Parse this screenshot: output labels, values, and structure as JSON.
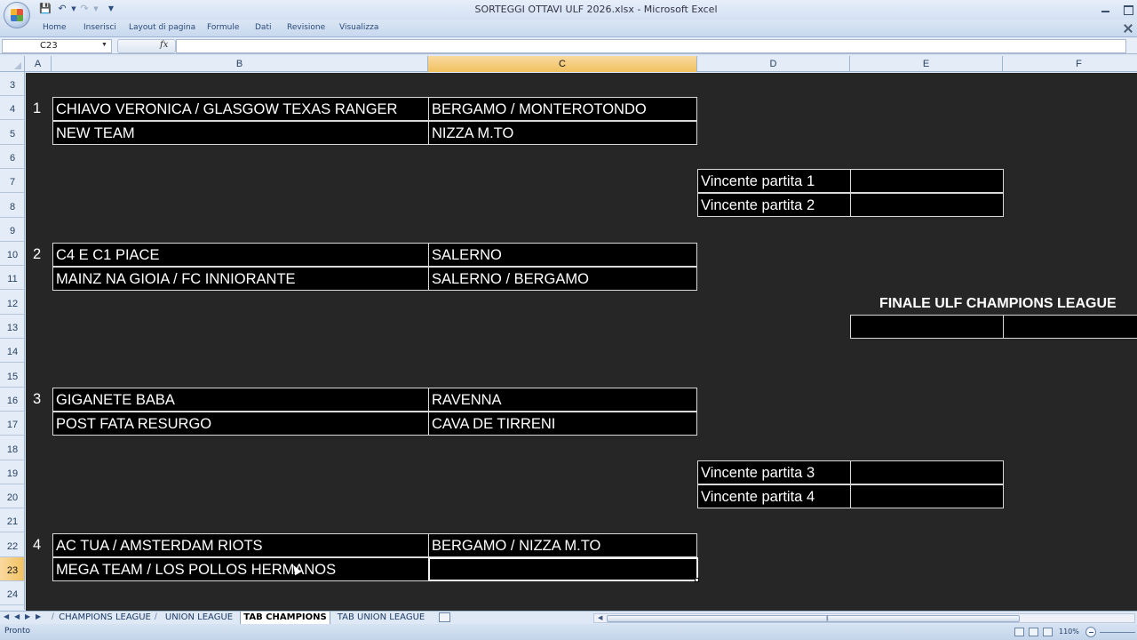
{
  "window": {
    "title": "SORTEGGI OTTAVI ULF 2026.xlsx - Microsoft Excel"
  },
  "quick_access": {
    "icons": [
      "save-icon",
      "undo-icon",
      "redo-icon",
      "customize-icon"
    ]
  },
  "ribbon": {
    "tabs": [
      "Home",
      "Inserisci",
      "Layout di pagina",
      "Formule",
      "Dati",
      "Revisione",
      "Visualizza"
    ]
  },
  "formula_bar": {
    "name_box": "C23",
    "fx": "fx",
    "formula": ""
  },
  "columns": [
    "A",
    "B",
    "C",
    "D",
    "E",
    "F"
  ],
  "selected_column": "C",
  "rows": [
    "3",
    "4",
    "5",
    "6",
    "7",
    "8",
    "9",
    "10",
    "11",
    "12",
    "13",
    "14",
    "15",
    "16",
    "17",
    "18",
    "19",
    "20",
    "21",
    "22",
    "23",
    "24"
  ],
  "selected_row": "23",
  "sheet": {
    "groups": [
      {
        "number": "1",
        "b1": "CHIAVO VERONICA / GLASGOW TEXAS RANGER",
        "c1": "BERGAMO / MONTEROTONDO",
        "b2": "NEW TEAM",
        "c2": "NIZZA M.TO"
      },
      {
        "number": "2",
        "b1": "C4 E C1 PIACE",
        "c1": "SALERNO",
        "b2": "MAINZ NA GIOIA / FC INNIORANTE",
        "c2": "SALERNO / BERGAMO"
      },
      {
        "number": "3",
        "b1": "GIGANETE BABA",
        "c1": "RAVENNA",
        "b2": "POST FATA RESURGO",
        "c2": "CAVA DE TIRRENI"
      },
      {
        "number": "4",
        "b1": "AC TUA / AMSTERDAM RIOTS",
        "c1": "BERGAMO / NIZZA M.TO",
        "b2": "MEGA TEAM / LOS POLLOS HERMANOS",
        "c2": ""
      }
    ],
    "semifinals": [
      {
        "label1": "Vincente partita 1",
        "value1": "",
        "label2": "Vincente partita 2",
        "value2": ""
      },
      {
        "label1": "Vincente partita 3",
        "value1": "",
        "label2": "Vincente partita 4",
        "value2": ""
      }
    ],
    "finale": {
      "title": "FINALE ULF CHAMPIONS LEAGUE",
      "team1": "",
      "team2": ""
    },
    "colors": {
      "background": "#262626",
      "cell_fill": "#000000",
      "cell_text": "#ffffff",
      "selection": "#f1c15f"
    }
  },
  "sheet_tabs": {
    "tabs": [
      "CHAMPIONS LEAGUE",
      "UNION LEAGUE",
      "TAB CHAMPIONS",
      "TAB UNION LEAGUE"
    ],
    "active": "TAB CHAMPIONS"
  },
  "status_bar": {
    "status": "Pronto",
    "zoom": "110%"
  }
}
